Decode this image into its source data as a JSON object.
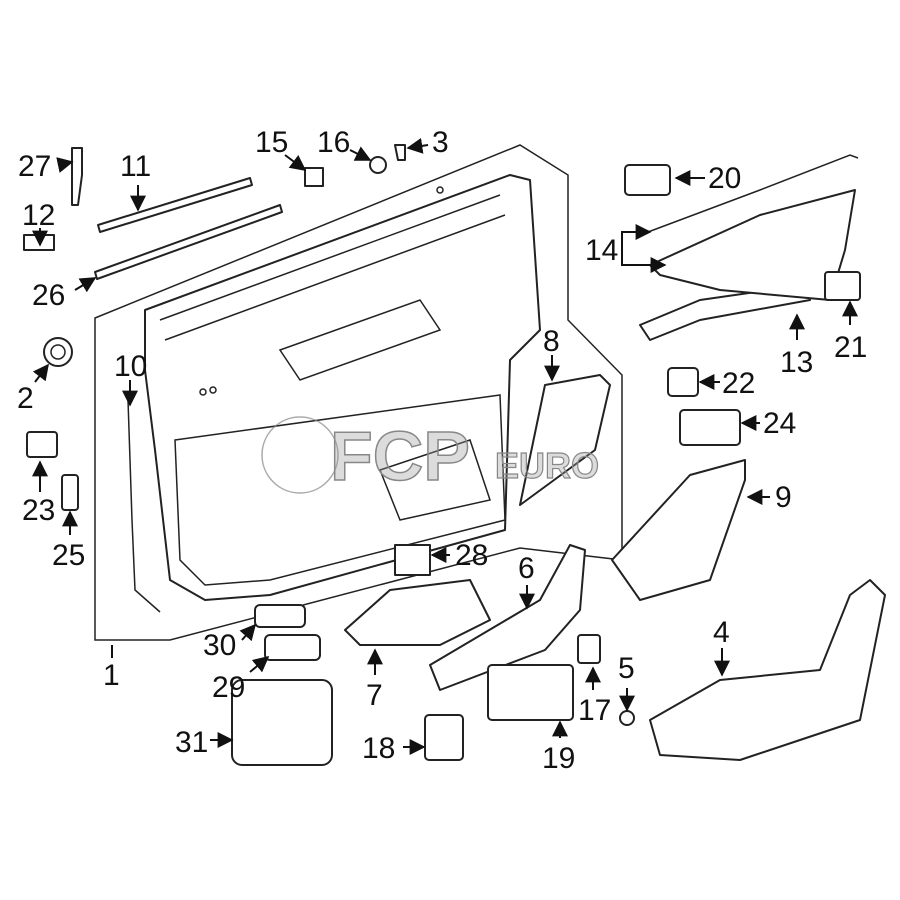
{
  "diagram": {
    "title": "Front Door Trim Panel Components",
    "watermark": {
      "brand": "FCP",
      "suffix": "EURO"
    },
    "callouts": [
      {
        "id": "27",
        "label": "27"
      },
      {
        "id": "11",
        "label": "11"
      },
      {
        "id": "15",
        "label": "15"
      },
      {
        "id": "16",
        "label": "16"
      },
      {
        "id": "3",
        "label": "3"
      },
      {
        "id": "20",
        "label": "20"
      },
      {
        "id": "12",
        "label": "12"
      },
      {
        "id": "14",
        "label": "14"
      },
      {
        "id": "26",
        "label": "26"
      },
      {
        "id": "2",
        "label": "2"
      },
      {
        "id": "10",
        "label": "10"
      },
      {
        "id": "8",
        "label": "8"
      },
      {
        "id": "13",
        "label": "13"
      },
      {
        "id": "21",
        "label": "21"
      },
      {
        "id": "22",
        "label": "22"
      },
      {
        "id": "24",
        "label": "24"
      },
      {
        "id": "23",
        "label": "23"
      },
      {
        "id": "9",
        "label": "9"
      },
      {
        "id": "25",
        "label": "25"
      },
      {
        "id": "28",
        "label": "28"
      },
      {
        "id": "6",
        "label": "6"
      },
      {
        "id": "4",
        "label": "4"
      },
      {
        "id": "30",
        "label": "30"
      },
      {
        "id": "1",
        "label": "1"
      },
      {
        "id": "7",
        "label": "7"
      },
      {
        "id": "29",
        "label": "29"
      },
      {
        "id": "5",
        "label": "5"
      },
      {
        "id": "17",
        "label": "17"
      },
      {
        "id": "31",
        "label": "31"
      },
      {
        "id": "18",
        "label": "18"
      },
      {
        "id": "19",
        "label": "19"
      }
    ]
  }
}
